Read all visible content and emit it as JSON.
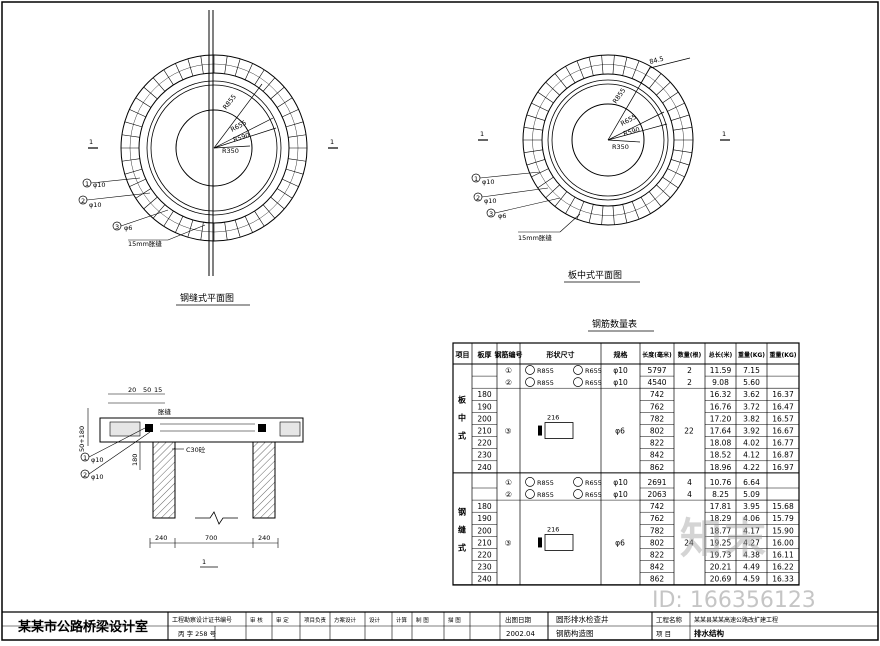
{
  "plans": {
    "left_title": "钢缝式平面图",
    "right_title": "板中式平面图",
    "left_radii": [
      "R855",
      "R655",
      "R590",
      "R350"
    ],
    "right_radii": [
      "R855",
      "R655",
      "R590",
      "R350"
    ],
    "right_dim": "84.5",
    "seam_label": "15mm胀缝",
    "section_mark": "1",
    "callouts": [
      {
        "num": "1",
        "bar": "φ10"
      },
      {
        "num": "2",
        "bar": "φ10"
      },
      {
        "num": "3",
        "bar": "φ6"
      }
    ]
  },
  "section": {
    "concrete": "C30砼",
    "dim_bottom": [
      "240",
      "700",
      "240"
    ],
    "dim_top": [
      "20",
      "50",
      "15"
    ],
    "dim_left": "50+180",
    "dim_mid": "180",
    "marker": "1",
    "callouts": [
      {
        "num": "1",
        "bar": "φ10"
      },
      {
        "num": "2",
        "bar": "φ10"
      }
    ]
  },
  "table": {
    "title": "钢筋数量表",
    "headers": [
      "项目",
      "板厚",
      "钢筋编号",
      "形状尺寸",
      "规格",
      "长度(毫米)",
      "数量(根)",
      "总长(米)",
      "重量(KG)",
      "重量(KG)"
    ],
    "group1_label": "板中式",
    "group2_label": "钢缝式",
    "g1_rows": [
      {
        "t": "",
        "no": "①",
        "spec": "φ10",
        "len": "5797",
        "qty": "2",
        "tot": "11.59",
        "w1": "7.15",
        "w2": ""
      },
      {
        "t": "",
        "no": "②",
        "spec": "φ10",
        "len": "4540",
        "qty": "2",
        "tot": "9.08",
        "w1": "5.60",
        "w2": ""
      },
      {
        "t": "180",
        "no": "",
        "spec": "",
        "len": "742",
        "qty": "",
        "tot": "16.32",
        "w1": "3.62",
        "w2": "16.37"
      },
      {
        "t": "190",
        "no": "",
        "spec": "",
        "len": "762",
        "qty": "",
        "tot": "16.76",
        "w1": "3.72",
        "w2": "16.47"
      },
      {
        "t": "200",
        "no": "",
        "spec": "",
        "len": "782",
        "qty": "",
        "tot": "17.20",
        "w1": "3.82",
        "w2": "16.57"
      },
      {
        "t": "210",
        "no": "",
        "spec": "",
        "len": "802",
        "qty": "",
        "tot": "17.64",
        "w1": "3.92",
        "w2": "16.67"
      },
      {
        "t": "220",
        "no": "",
        "spec": "",
        "len": "822",
        "qty": "",
        "tot": "18.08",
        "w1": "4.02",
        "w2": "16.77"
      },
      {
        "t": "230",
        "no": "",
        "spec": "",
        "len": "842",
        "qty": "",
        "tot": "18.52",
        "w1": "4.12",
        "w2": "16.87"
      },
      {
        "t": "240",
        "no": "",
        "spec": "",
        "len": "862",
        "qty": "",
        "tot": "18.96",
        "w1": "4.22",
        "w2": "16.97"
      }
    ],
    "g2_rows": [
      {
        "t": "",
        "no": "①",
        "spec": "φ10",
        "len": "2691",
        "qty": "4",
        "tot": "10.76",
        "w1": "6.64",
        "w2": ""
      },
      {
        "t": "",
        "no": "②",
        "spec": "φ10",
        "len": "2063",
        "qty": "4",
        "tot": "8.25",
        "w1": "5.09",
        "w2": ""
      },
      {
        "t": "180",
        "no": "",
        "spec": "",
        "len": "742",
        "qty": "",
        "tot": "17.81",
        "w1": "3.95",
        "w2": "15.68"
      },
      {
        "t": "190",
        "no": "",
        "spec": "",
        "len": "762",
        "qty": "",
        "tot": "18.29",
        "w1": "4.06",
        "w2": "15.79"
      },
      {
        "t": "200",
        "no": "",
        "spec": "",
        "len": "782",
        "qty": "",
        "tot": "18.77",
        "w1": "4.17",
        "w2": "15.90"
      },
      {
        "t": "210",
        "no": "",
        "spec": "",
        "len": "802",
        "qty": "",
        "tot": "19.25",
        "w1": "4.27",
        "w2": "16.00"
      },
      {
        "t": "220",
        "no": "",
        "spec": "",
        "len": "822",
        "qty": "",
        "tot": "19.73",
        "w1": "4.38",
        "w2": "16.11"
      },
      {
        "t": "230",
        "no": "",
        "spec": "",
        "len": "842",
        "qty": "",
        "tot": "20.21",
        "w1": "4.49",
        "w2": "16.22"
      },
      {
        "t": "240",
        "no": "",
        "spec": "",
        "len": "862",
        "qty": "",
        "tot": "20.69",
        "w1": "4.59",
        "w2": "16.33"
      }
    ],
    "g1_third_no": "③",
    "g1_third_spec": "φ6",
    "g1_third_qty": "22",
    "g2_third_no": "③",
    "g2_third_spec": "φ6",
    "g2_third_qty": "24",
    "shape_ring_labels": [
      "R855",
      "R655"
    ],
    "shape_bar_label": "216"
  },
  "titleblock": {
    "office": "某某市公路桥梁设计室",
    "cert_label": "工程勘察设计证书编号",
    "cert_value": "丙 字 258 号",
    "roles": [
      "审 核",
      "审 定",
      "项目负责",
      "方案设计",
      "设计",
      "计算",
      "制 图",
      "描 图"
    ],
    "date_label": "出图日期",
    "date_value": "2002.04",
    "drawing_name_1": "圆形排水检查井",
    "drawing_name_2": "钢筋构造图",
    "project_label": "工程名称",
    "project_value": "某某县某某高速公路改扩建工程",
    "item_label": "项 目",
    "item_value": "排水结构"
  },
  "watermark": {
    "logo": "知末",
    "id": "ID: 166356123"
  }
}
